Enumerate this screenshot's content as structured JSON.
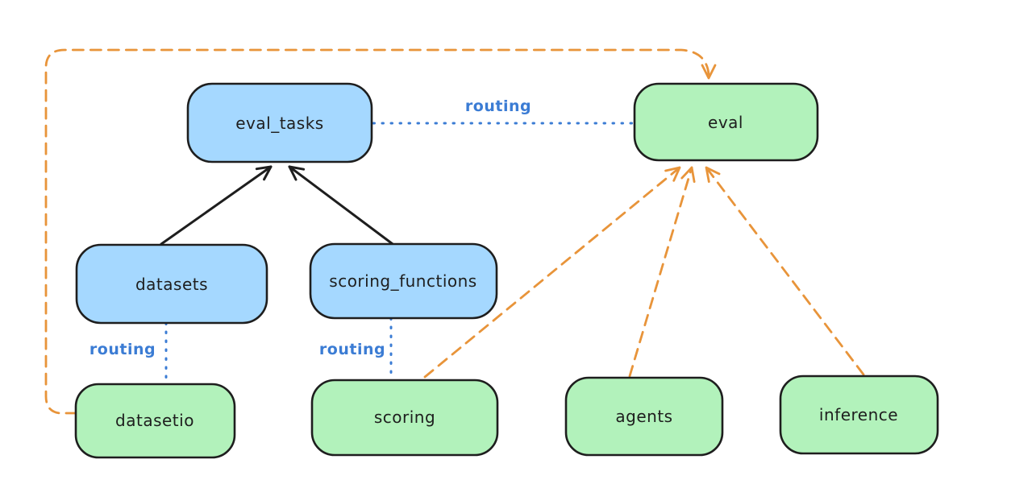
{
  "diagram": {
    "background": "#ffffff",
    "colors": {
      "blue_fill": "#a5d8ff",
      "green_fill": "#b2f2bb",
      "stroke": "#1e1e1e",
      "orange": "#e8943a",
      "routing_blue": "#3b7cd4"
    },
    "nodes": [
      {
        "id": "eval_tasks",
        "label": "eval_tasks",
        "color": "blue"
      },
      {
        "id": "eval",
        "label": "eval",
        "color": "green"
      },
      {
        "id": "datasets",
        "label": "datasets",
        "color": "blue"
      },
      {
        "id": "scoring_functions",
        "label": "scoring_functions",
        "color": "blue"
      },
      {
        "id": "datasetio",
        "label": "datasetio",
        "color": "green"
      },
      {
        "id": "scoring",
        "label": "scoring",
        "color": "green"
      },
      {
        "id": "agents",
        "label": "agents",
        "color": "green"
      },
      {
        "id": "inference",
        "label": "inference",
        "color": "green"
      }
    ],
    "edges": [
      {
        "from": "datasets",
        "to": "eval_tasks",
        "style": "solid-arrow",
        "color": "black"
      },
      {
        "from": "scoring_functions",
        "to": "eval_tasks",
        "style": "solid-arrow",
        "color": "black"
      },
      {
        "from": "eval_tasks",
        "to": "eval",
        "style": "dotted",
        "color": "blue",
        "label": "routing"
      },
      {
        "from": "datasets",
        "to": "datasetio",
        "style": "dotted",
        "color": "blue",
        "label": "routing"
      },
      {
        "from": "scoring_functions",
        "to": "scoring",
        "style": "dotted",
        "color": "blue",
        "label": "routing"
      },
      {
        "from": "datasetio",
        "to": "eval",
        "style": "dashed-arrow",
        "color": "orange"
      },
      {
        "from": "scoring",
        "to": "eval",
        "style": "dashed-arrow",
        "color": "orange"
      },
      {
        "from": "agents",
        "to": "eval",
        "style": "dashed-arrow",
        "color": "orange"
      },
      {
        "from": "inference",
        "to": "eval",
        "style": "dashed-arrow",
        "color": "orange"
      }
    ]
  }
}
